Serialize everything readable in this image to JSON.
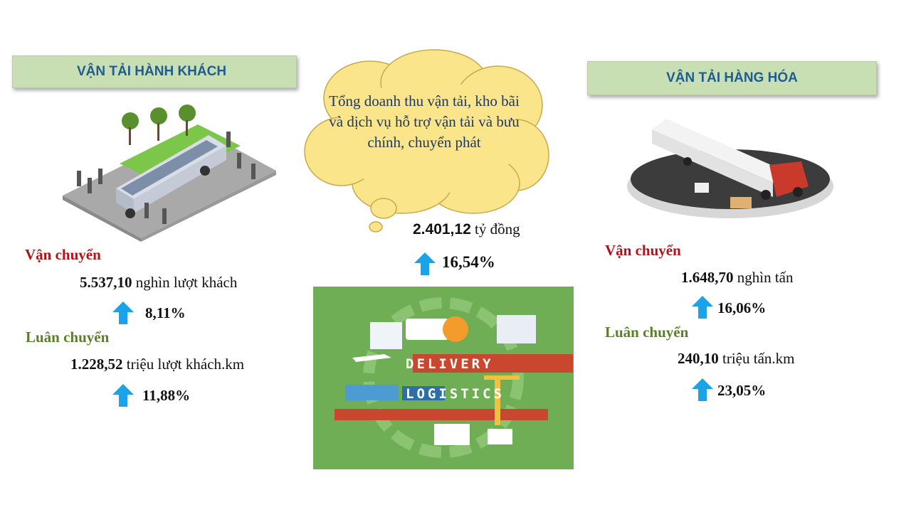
{
  "passenger": {
    "title": "VẬN TẢI HÀNH KHÁCH",
    "transport_label": "Vận chuyển",
    "transport_value": "5.537,10",
    "transport_unit": "nghìn lượt khách",
    "transport_growth": "8,11%",
    "rotation_label": "Luân chuyển",
    "rotation_value": "1.228,52",
    "rotation_unit": "triệu lượt khách.km",
    "rotation_growth": "11,88%"
  },
  "revenue": {
    "title": "Tổng doanh thu vận tải, kho bãi và dịch vụ hỗ trợ vận tải và bưu chính, chuyển phát",
    "value": "2.401,12",
    "unit": "tỷ đồng",
    "growth": "16,54%",
    "image_text_1": "DELIVERY",
    "image_text_2": "LOGISTICS"
  },
  "freight": {
    "title": "VẬN TẢI HÀNG HÓA",
    "transport_label": "Vận chuyển",
    "transport_value": "1.648,70",
    "transport_unit": "nghìn tấn",
    "transport_growth": "16,06%",
    "rotation_label": "Luân chuyển",
    "rotation_value": "240,10",
    "rotation_unit": "triệu tấn.km",
    "rotation_growth": "23,05%"
  },
  "colors": {
    "banner_bg": "#c8dfb4",
    "banner_text": "#1f5c8f",
    "label_red": "#b31217",
    "label_green": "#5b7f2a",
    "cloud_fill": "#fbe58a",
    "arrow": "#1aa3e8",
    "logistics_bg": "#6fae55"
  },
  "icons": [
    "up-arrow-icon",
    "bus-illustration",
    "truck-illustration",
    "delivery-logistics-illustration",
    "thought-cloud"
  ]
}
